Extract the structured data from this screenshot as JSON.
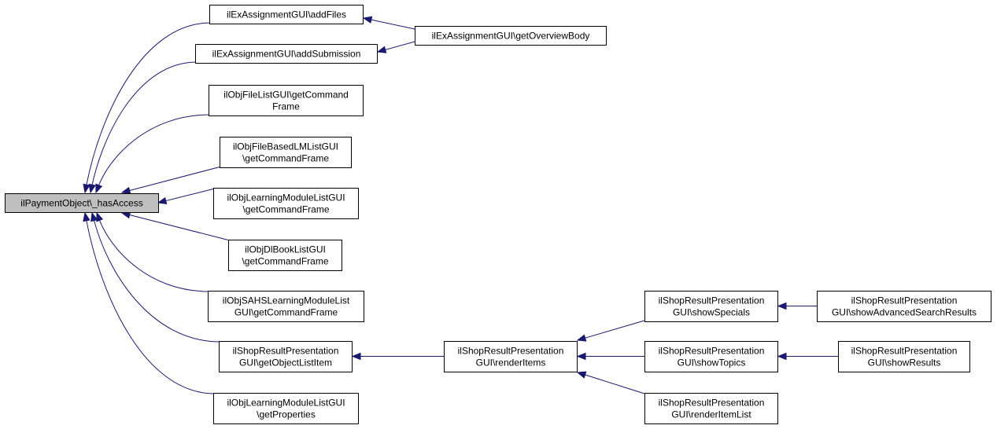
{
  "diagram": {
    "type": "call-graph",
    "colors": {
      "edge": "#191970",
      "root_fill": "#bfbfbf",
      "node_fill": "#ffffff",
      "border": "#000000"
    },
    "nodes": [
      {
        "id": "root",
        "lines": [
          "ilPaymentObject\\_hasAccess"
        ],
        "root": true
      },
      {
        "id": "addFiles",
        "lines": [
          "ilExAssignmentGUI\\addFiles"
        ]
      },
      {
        "id": "addSubmission",
        "lines": [
          "ilExAssignmentGUI\\addSubmission"
        ]
      },
      {
        "id": "getOverviewBody",
        "lines": [
          "ilExAssignmentGUI\\getOverviewBody"
        ]
      },
      {
        "id": "fileList",
        "lines": [
          "ilObjFileListGUI\\getCommand",
          "Frame"
        ]
      },
      {
        "id": "fileBasedLM",
        "lines": [
          "ilObjFileBasedLMListGUI",
          "\\getCommandFrame"
        ]
      },
      {
        "id": "learningModuleCmd",
        "lines": [
          "ilObjLearningModuleListGUI",
          "\\getCommandFrame"
        ]
      },
      {
        "id": "dlBook",
        "lines": [
          "ilObjDlBookListGUI",
          "\\getCommandFrame"
        ]
      },
      {
        "id": "sahs",
        "lines": [
          "ilObjSAHSLearningModuleList",
          "GUI\\getCommandFrame"
        ]
      },
      {
        "id": "getObjectListItem",
        "lines": [
          "ilShopResultPresentation",
          "GUI\\getObjectListItem"
        ]
      },
      {
        "id": "learningModuleProps",
        "lines": [
          "ilObjLearningModuleListGUI",
          "\\getProperties"
        ]
      },
      {
        "id": "renderItems",
        "lines": [
          "ilShopResultPresentation",
          "GUI\\renderItems"
        ]
      },
      {
        "id": "showSpecials",
        "lines": [
          "ilShopResultPresentation",
          "GUI\\showSpecials"
        ]
      },
      {
        "id": "showTopics",
        "lines": [
          "ilShopResultPresentation",
          "GUI\\showTopics"
        ]
      },
      {
        "id": "renderItemList",
        "lines": [
          "ilShopResultPresentation",
          "GUI\\renderItemList"
        ]
      },
      {
        "id": "showAdvancedSearchResults",
        "lines": [
          "ilShopResultPresentation",
          "GUI\\showAdvancedSearchResults"
        ]
      },
      {
        "id": "showResults",
        "lines": [
          "ilShopResultPresentation",
          "GUI\\showResults"
        ]
      }
    ],
    "edges": [
      {
        "from": "addFiles",
        "to": "root"
      },
      {
        "from": "addSubmission",
        "to": "root"
      },
      {
        "from": "fileList",
        "to": "root"
      },
      {
        "from": "fileBasedLM",
        "to": "root"
      },
      {
        "from": "learningModuleCmd",
        "to": "root"
      },
      {
        "from": "dlBook",
        "to": "root"
      },
      {
        "from": "sahs",
        "to": "root"
      },
      {
        "from": "getObjectListItem",
        "to": "root"
      },
      {
        "from": "learningModuleProps",
        "to": "root"
      },
      {
        "from": "getOverviewBody",
        "to": "addFiles"
      },
      {
        "from": "getOverviewBody",
        "to": "addSubmission"
      },
      {
        "from": "renderItems",
        "to": "getObjectListItem"
      },
      {
        "from": "showSpecials",
        "to": "renderItems"
      },
      {
        "from": "showTopics",
        "to": "renderItems"
      },
      {
        "from": "renderItemList",
        "to": "renderItems"
      },
      {
        "from": "showAdvancedSearchResults",
        "to": "showSpecials"
      },
      {
        "from": "showResults",
        "to": "showTopics"
      }
    ]
  }
}
